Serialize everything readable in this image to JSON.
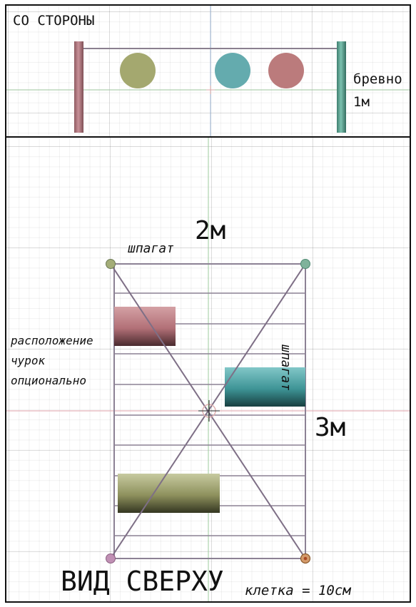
{
  "side_view": {
    "title": "СО СТОРОНЫ",
    "log_label": "бревно",
    "log_length": "1м",
    "colors": {
      "left_post": "#b87f86",
      "right_post": "#5fa18f",
      "ball_1": "#a4a86f",
      "ball_2": "#64abae",
      "ball_3": "#bb7b7c"
    }
  },
  "top_view": {
    "title": "ВИД СВЕРХУ",
    "width_label": "2м",
    "length_label": "3м",
    "rope_top": "шпагат",
    "rope_right": "шпагат",
    "note": [
      "расположение",
      "чурок",
      "опционально"
    ],
    "scale": "клетка = 10см",
    "colors": {
      "log_pink": "#b8787c",
      "log_teal": "#3e9b9c",
      "log_olive": "#9a9c67",
      "corner_tl": "#a4ad78",
      "corner_tr": "#7fb39b",
      "corner_bl": "#c090b4",
      "corner_br": "#d49a6a"
    }
  }
}
